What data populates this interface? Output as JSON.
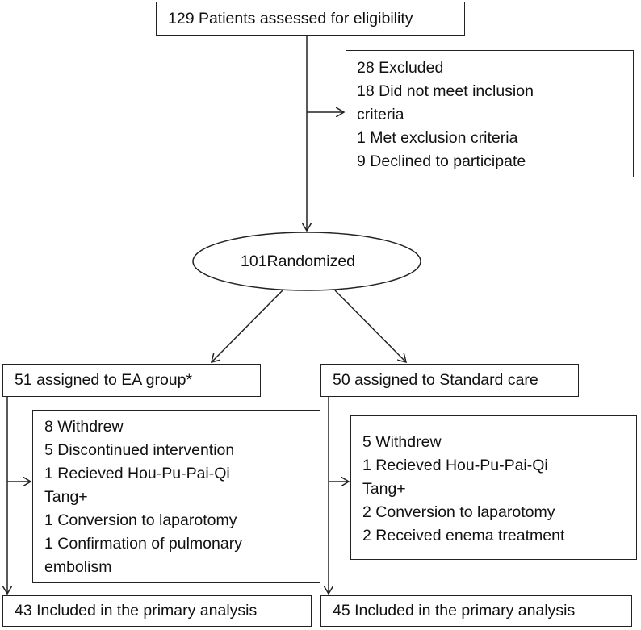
{
  "assessed": "129 Patients assessed for eligibility",
  "excluded": [
    "28  Excluded",
    "18  Did  not  meet  inclusion",
    "criteria",
    "1  Met  exclusion  criteria",
    "9  Declined  to  participate"
  ],
  "randomized": "101Randomized",
  "ea_group": {
    "assigned": "51 assigned to EA group*",
    "withdrawals": [
      "8  Withdrew",
      "5  Discontinued  intervention",
      "1  Recieved  Hou-Pu-Pai-Qi",
      "Tang+",
      "1  Conversion  to  laparotomy",
      "1  Confirmation  of  pulmonary",
      "embolism"
    ],
    "analysis": "43 Included in the primary analysis"
  },
  "standard_group": {
    "assigned": "50 assigned to Standard care",
    "withdrawals": [
      "5  Withdrew",
      "1  Recieved  Hou-Pu-Pai-Qi",
      "Tang+",
      "2  Conversion  to  laparotomy",
      "2  Received  enema  treatment"
    ],
    "analysis": "45 Included in the primary analysis"
  }
}
